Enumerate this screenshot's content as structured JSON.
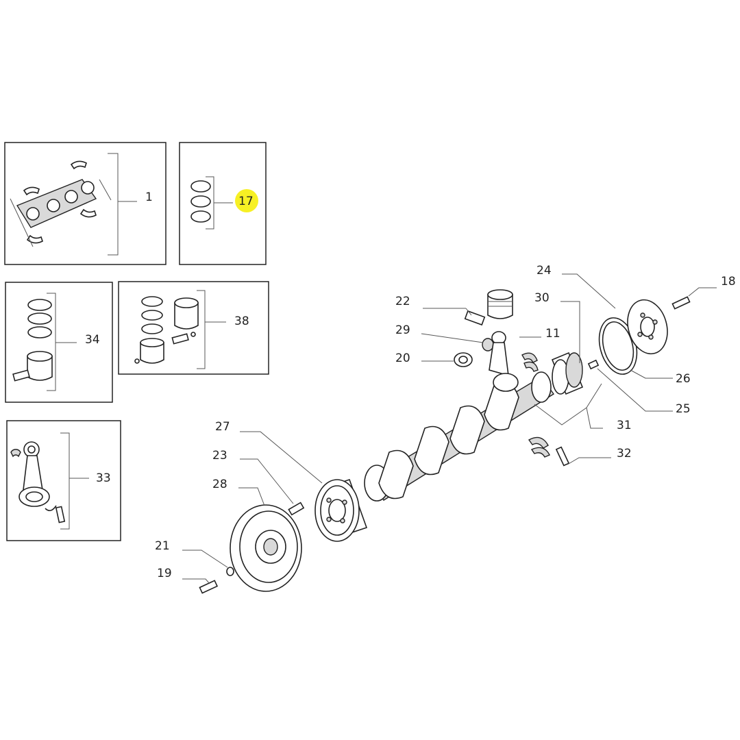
{
  "diagram": {
    "highlight_color": "#f7f024",
    "highlighted_callout": "17",
    "callouts": {
      "c1": "1",
      "c17": "17",
      "c34": "34",
      "c38": "38",
      "c33": "33",
      "c22": "22",
      "c29": "29",
      "c20": "20",
      "c11": "11",
      "c30": "30",
      "c24": "24",
      "c18": "18",
      "c26": "26",
      "c25": "25",
      "c31": "31",
      "c32": "32",
      "c27": "27",
      "c23": "23",
      "c28": "28",
      "c21": "21",
      "c19": "19"
    }
  }
}
